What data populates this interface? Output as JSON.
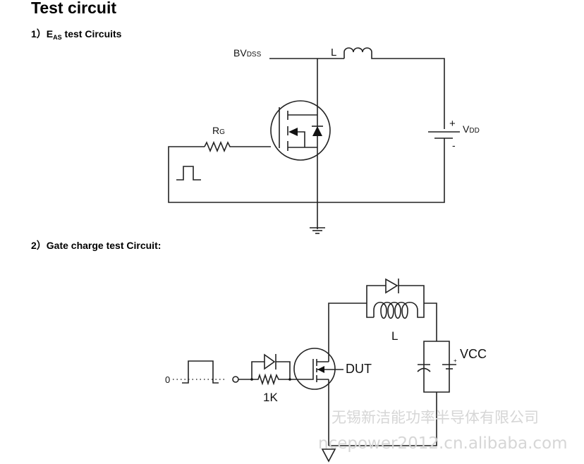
{
  "page": {
    "title": "Test circuit",
    "sections": [
      {
        "number": "1）",
        "label_main": "E",
        "label_sub": "AS",
        "label_rest": " test Circuits"
      },
      {
        "number": "2）",
        "label": "Gate charge test Circuit:"
      }
    ]
  },
  "circuit1": {
    "bvdss_main": "BV",
    "bvdss_sub": "DSS",
    "inductor": "L",
    "rg_main": "R",
    "rg_sub": "G",
    "vdd_plus": "+",
    "vdd_main": "V",
    "vdd_sub": "DD",
    "vdd_minus": "-"
  },
  "circuit2": {
    "pulse_zero": "0",
    "resistor": "1K",
    "dut": "DUT",
    "inductor": "L",
    "vcc": "VCC",
    "batt_plus": "+"
  },
  "watermark": {
    "line1": "无锡新洁能功率半导体有限公司",
    "line2": "ncepower2012.cn.alibaba.com"
  }
}
